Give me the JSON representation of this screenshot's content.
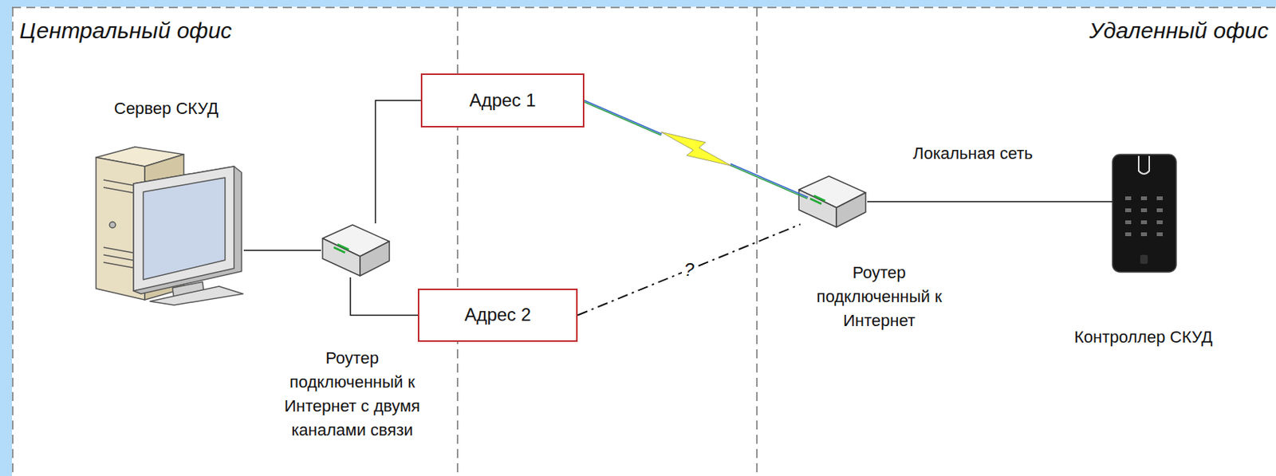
{
  "diagram": {
    "nodes": [
      {
        "text": [
          "Сервер СКУД"
        ]
      },
      {
        "text": [
          "Роутер подключенный к Интернет с двумя каналами связи"
        ]
      },
      {
        "text": [
          "Адрес 1"
        ]
      },
      {
        "text": [
          "Адрес 2"
        ]
      },
      {
        "text": [
          "Локальная сеть",
          "Роутер подключенный к Интернет"
        ]
      },
      {
        "text": [
          "Контроллер СКУД"
        ]
      }
    ],
    "edges": [
      {
        "from": 0,
        "to": 1,
        "arrow": "none"
      },
      {
        "from": 1,
        "to": 2,
        "arrow": "none"
      },
      {
        "from": 1,
        "to": 3,
        "arrow": "none"
      },
      {
        "from": 2,
        "to": 4,
        "arrow": "none"
      },
      {
        "from": 3,
        "to": 4,
        "arrow": "none",
        "label": "?"
      },
      {
        "from": 4,
        "to": 5,
        "arrow": "none"
      }
    ],
    "labels": [
      "Центральный офис",
      "Удаленный офис"
    ]
  }
}
